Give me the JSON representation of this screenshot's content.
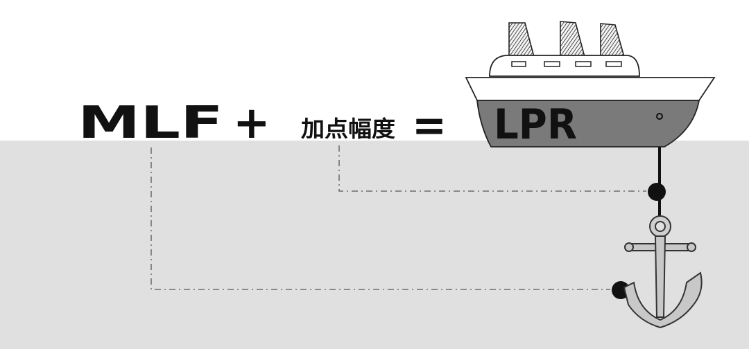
{
  "formula": {
    "term1": "MLF",
    "plus": "+",
    "term2": "加点幅度",
    "equals": "=",
    "result": "LPR"
  },
  "colors": {
    "sky": "#ffffff",
    "water": "#e0e0e0",
    "hull_lower": "#7a7a7a",
    "hull_upper": "#ffffff",
    "ink": "#111111",
    "dash": "#555555"
  },
  "icons": {
    "ship": "ship-icon",
    "anchor": "anchor-icon"
  }
}
